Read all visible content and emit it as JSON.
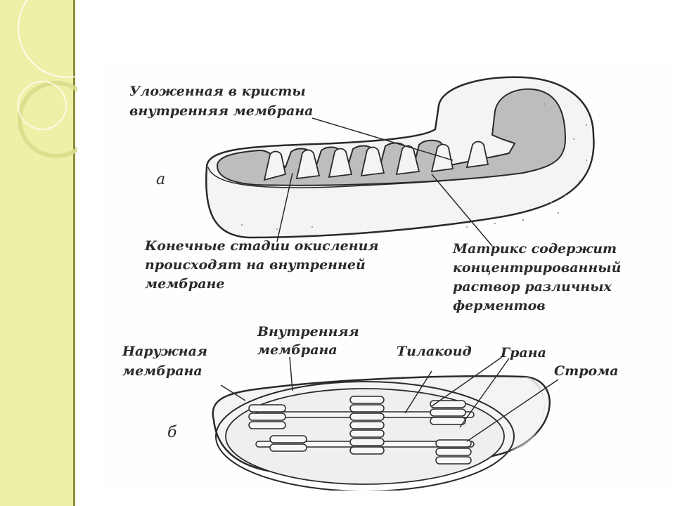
{
  "colors": {
    "slide_band": "#eef0a8",
    "band_rule": "#8a8c3a",
    "outline": "#2a2a2a",
    "outer_surface": "#f4f4f4",
    "inner_matrix": "#bdbdbd"
  },
  "mitochondrion": {
    "letter": "а",
    "label_cristae": [
      "Уложенная в кристы",
      "внутренняя мембрана"
    ],
    "label_oxidation": [
      "Конечные стадии окисления",
      "происходят на внутренней",
      "мембране"
    ],
    "label_matrix": [
      "Матрикс содержит",
      "концентрированный",
      "раствор различных",
      "ферментов"
    ]
  },
  "chloroplast": {
    "letter": "б",
    "label_outer_membrane": [
      "Наружная",
      "мембрана"
    ],
    "label_inner_membrane": [
      "Внутренняя",
      "мембрана"
    ],
    "label_thylakoid": "Тилакоид",
    "label_grana": "Грана",
    "label_stroma": "Строма"
  }
}
